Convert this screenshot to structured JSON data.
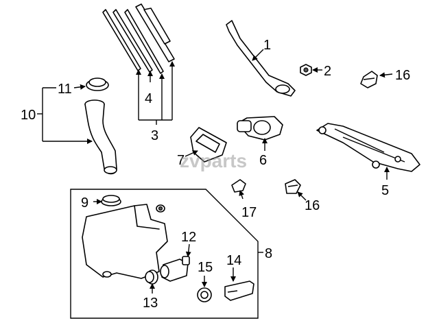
{
  "callouts": {
    "c1": "1",
    "c2": "2",
    "c3": "3",
    "c4": "4",
    "c5": "5",
    "c6": "6",
    "c7": "7",
    "c8": "8",
    "c9": "9",
    "c10": "10",
    "c11": "11",
    "c12": "12",
    "c13": "13",
    "c14": "14",
    "c15": "15",
    "c16a": "16",
    "c16b": "16",
    "c17": "17"
  },
  "watermark": "zvparts"
}
